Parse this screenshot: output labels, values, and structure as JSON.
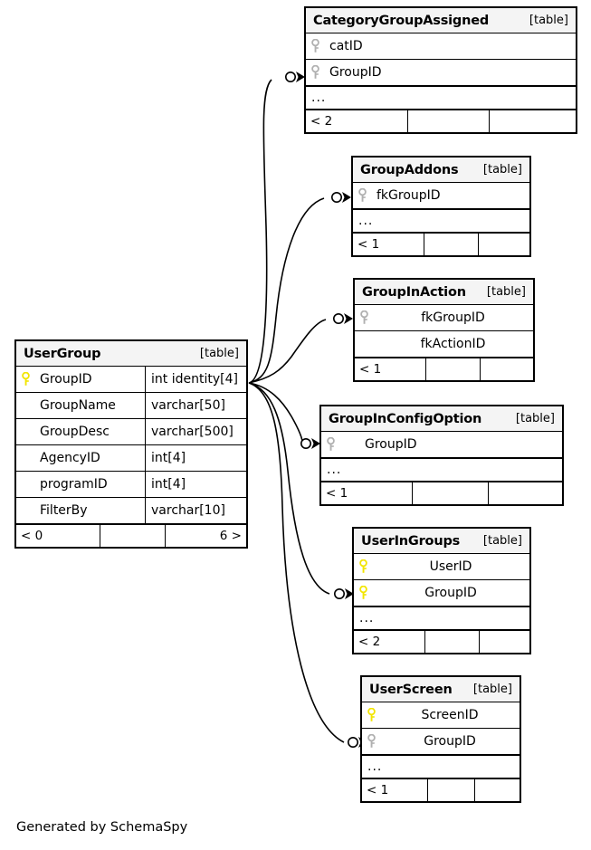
{
  "meta": {
    "caption": "Generated by SchemaSpy",
    "table_tag": "[table]",
    "ellipsis": "...",
    "key_colors": {
      "primary": "#f2e500",
      "foreign": "#b0b0b0"
    },
    "edge_color": "#000000",
    "header_bg": "#f4f4f4"
  },
  "tables": [
    {
      "id": "CategoryGroupAssigned",
      "name": "CategoryGroupAssigned",
      "tag": "[table]",
      "columns": [
        {
          "name": "catID",
          "key": "foreign",
          "type": ""
        },
        {
          "name": "GroupID",
          "key": "foreign",
          "type": ""
        }
      ],
      "has_ellipsis": true,
      "footer": {
        "left": "< 2",
        "middle": "",
        "right": ""
      }
    },
    {
      "id": "GroupAddons",
      "name": "GroupAddons",
      "tag": "[table]",
      "columns": [
        {
          "name": "fkGroupID",
          "key": "foreign",
          "type": ""
        }
      ],
      "has_ellipsis": true,
      "footer": {
        "left": "< 1",
        "middle": "",
        "right": ""
      }
    },
    {
      "id": "GroupInAction",
      "name": "GroupInAction",
      "tag": "[table]",
      "columns": [
        {
          "name": "fkGroupID",
          "key": "foreign",
          "type": ""
        },
        {
          "name": "fkActionID",
          "key": "none",
          "type": ""
        }
      ],
      "has_ellipsis": false,
      "footer": {
        "left": "< 1",
        "middle": "",
        "right": ""
      }
    },
    {
      "id": "GroupInConfigOption",
      "name": "GroupInConfigOption",
      "tag": "[table]",
      "columns": [
        {
          "name": "GroupID",
          "key": "foreign",
          "type": ""
        }
      ],
      "has_ellipsis": true,
      "footer": {
        "left": "< 1",
        "middle": "",
        "right": ""
      }
    },
    {
      "id": "UserGroup",
      "name": "UserGroup",
      "tag": "[table]",
      "columns": [
        {
          "name": "GroupID",
          "key": "primary",
          "type": "int identity[4]"
        },
        {
          "name": "GroupName",
          "key": "none",
          "type": "varchar[50]"
        },
        {
          "name": "GroupDesc",
          "key": "none",
          "type": "varchar[500]"
        },
        {
          "name": "AgencyID",
          "key": "none",
          "type": "int[4]"
        },
        {
          "name": "programID",
          "key": "none",
          "type": "int[4]"
        },
        {
          "name": "FilterBy",
          "key": "none",
          "type": "varchar[10]"
        }
      ],
      "has_ellipsis": false,
      "footer": {
        "left": "< 0",
        "middle": "",
        "right": "6 >"
      }
    },
    {
      "id": "UserInGroups",
      "name": "UserInGroups",
      "tag": "[table]",
      "columns": [
        {
          "name": "UserID",
          "key": "primary",
          "type": ""
        },
        {
          "name": "GroupID",
          "key": "primary",
          "type": ""
        }
      ],
      "has_ellipsis": true,
      "footer": {
        "left": "< 2",
        "middle": "",
        "right": ""
      }
    },
    {
      "id": "UserScreen",
      "name": "UserScreen",
      "tag": "[table]",
      "columns": [
        {
          "name": "ScreenID",
          "key": "primary",
          "type": ""
        },
        {
          "name": "GroupID",
          "key": "foreign",
          "type": ""
        }
      ],
      "has_ellipsis": true,
      "footer": {
        "left": "< 1",
        "middle": "",
        "right": ""
      }
    }
  ],
  "relationships": [
    {
      "from": "UserGroup.GroupID",
      "to": "CategoryGroupAssigned.GroupID",
      "cardinality": "zero-or-many"
    },
    {
      "from": "UserGroup.GroupID",
      "to": "GroupAddons.fkGroupID",
      "cardinality": "zero-or-many"
    },
    {
      "from": "UserGroup.GroupID",
      "to": "GroupInAction.fkGroupID",
      "cardinality": "zero-or-many"
    },
    {
      "from": "UserGroup.GroupID",
      "to": "GroupInConfigOption.GroupID",
      "cardinality": "zero-or-many"
    },
    {
      "from": "UserGroup.GroupID",
      "to": "UserInGroups.GroupID",
      "cardinality": "zero-or-many"
    },
    {
      "from": "UserGroup.GroupID",
      "to": "UserScreen.GroupID",
      "cardinality": "zero-or-many"
    }
  ]
}
